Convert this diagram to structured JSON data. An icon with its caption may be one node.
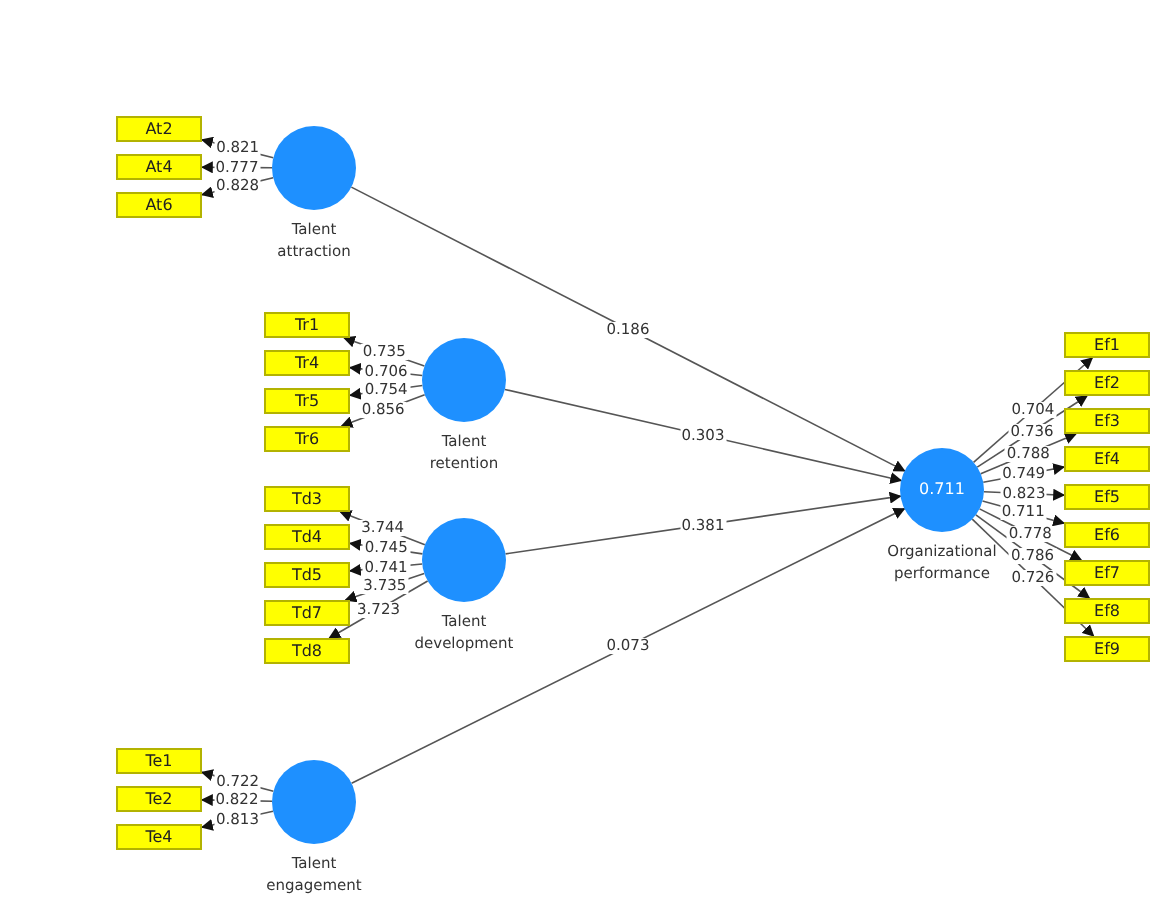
{
  "diagram": {
    "nodes": [
      {
        "text": [
          "At2"
        ]
      },
      {
        "text": [
          "At4"
        ]
      },
      {
        "text": [
          "At6"
        ]
      },
      {
        "text": [
          "Talent attraction"
        ]
      },
      {
        "text": [
          "Tr1"
        ]
      },
      {
        "text": [
          "Tr4"
        ]
      },
      {
        "text": [
          "Tr5"
        ]
      },
      {
        "text": [
          "Tr6"
        ]
      },
      {
        "text": [
          "Talent retention"
        ]
      },
      {
        "text": [
          "Td3"
        ]
      },
      {
        "text": [
          "Td4"
        ]
      },
      {
        "text": [
          "Td5"
        ]
      },
      {
        "text": [
          "Td7"
        ]
      },
      {
        "text": [
          "Td8"
        ]
      },
      {
        "text": [
          "Talent development"
        ]
      },
      {
        "text": [
          "Te1"
        ]
      },
      {
        "text": [
          "Te2"
        ]
      },
      {
        "text": [
          "Te4"
        ]
      },
      {
        "text": [
          "Talent engagement"
        ]
      },
      {
        "text": [
          "0.711",
          "Organizational performance"
        ]
      },
      {
        "text": [
          "Ef1"
        ]
      },
      {
        "text": [
          "Ef2"
        ]
      },
      {
        "text": [
          "Ef3"
        ]
      },
      {
        "text": [
          "Ef4"
        ]
      },
      {
        "text": [
          "Ef5"
        ]
      },
      {
        "text": [
          "Ef6"
        ]
      },
      {
        "text": [
          "Ef7"
        ]
      },
      {
        "text": [
          "Ef8"
        ]
      },
      {
        "text": [
          "Ef9"
        ]
      }
    ],
    "edges": [
      {
        "from": 3,
        "to": 0,
        "arrow": "to",
        "label": "0.821"
      },
      {
        "from": 3,
        "to": 1,
        "arrow": "to",
        "label": "0.777"
      },
      {
        "from": 3,
        "to": 2,
        "arrow": "to",
        "label": "0.828"
      },
      {
        "from": 8,
        "to": 4,
        "arrow": "to",
        "label": "0.735"
      },
      {
        "from": 8,
        "to": 5,
        "arrow": "to",
        "label": "0.706"
      },
      {
        "from": 8,
        "to": 6,
        "arrow": "to",
        "label": "0.754"
      },
      {
        "from": 8,
        "to": 7,
        "arrow": "to",
        "label": "0.856"
      },
      {
        "from": 14,
        "to": 9,
        "arrow": "to",
        "label": "3.744"
      },
      {
        "from": 14,
        "to": 10,
        "arrow": "to",
        "label": "0.745"
      },
      {
        "from": 14,
        "to": 11,
        "arrow": "to",
        "label": "0.741"
      },
      {
        "from": 14,
        "to": 12,
        "arrow": "to",
        "label": "3.735"
      },
      {
        "from": 14,
        "to": 13,
        "arrow": "to",
        "label": "3.723"
      },
      {
        "from": 18,
        "to": 15,
        "arrow": "to",
        "label": "0.722"
      },
      {
        "from": 18,
        "to": 16,
        "arrow": "to",
        "label": "0.822"
      },
      {
        "from": 18,
        "to": 17,
        "arrow": "to",
        "label": "0.813"
      },
      {
        "from": 3,
        "to": 19,
        "arrow": "to",
        "label": "0.186"
      },
      {
        "from": 8,
        "to": 19,
        "arrow": "to",
        "label": "0.303"
      },
      {
        "from": 14,
        "to": 19,
        "arrow": "to",
        "label": "0.381"
      },
      {
        "from": 18,
        "to": 19,
        "arrow": "to",
        "label": "0.073"
      },
      {
        "from": 19,
        "to": 20,
        "arrow": "to",
        "label": "0.704"
      },
      {
        "from": 19,
        "to": 21,
        "arrow": "to",
        "label": "0.736"
      },
      {
        "from": 19,
        "to": 22,
        "arrow": "to",
        "label": "0.788"
      },
      {
        "from": 19,
        "to": 23,
        "arrow": "to",
        "label": "0.749"
      },
      {
        "from": 19,
        "to": 24,
        "arrow": "to",
        "label": "0.823"
      },
      {
        "from": 19,
        "to": 25,
        "arrow": "to",
        "label": "0.711"
      },
      {
        "from": 19,
        "to": 26,
        "arrow": "to",
        "label": "0.778"
      },
      {
        "from": 19,
        "to": 27,
        "arrow": "to",
        "label": "0.786"
      },
      {
        "from": 19,
        "to": 28,
        "arrow": "to",
        "label": "0.726"
      }
    ]
  }
}
